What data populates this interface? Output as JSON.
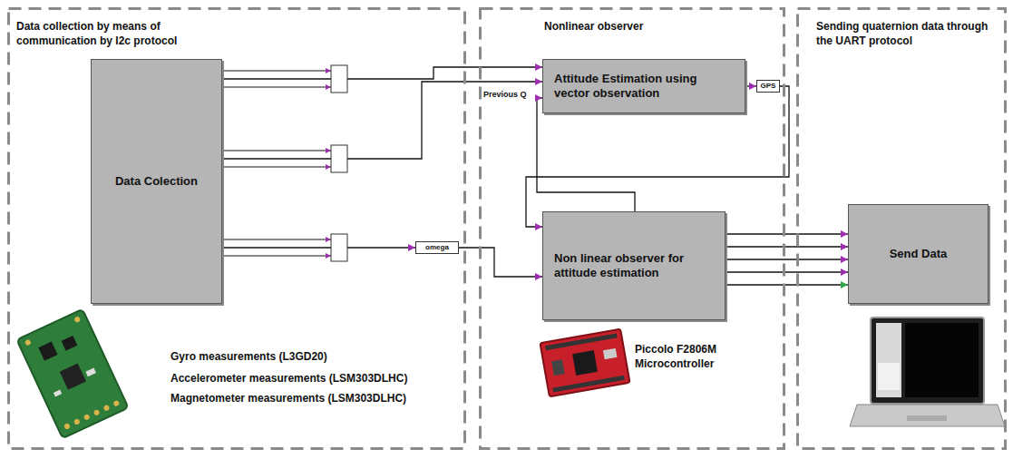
{
  "diagram": {
    "nodes": [
      {
        "text": [
          "Data collection by means of communication by I2c protocol"
        ]
      },
      {
        "text": [
          "Data Colection"
        ],
        "in": 0
      },
      {
        "text": [
          "omega"
        ],
        "in": 0
      },
      {
        "text": [
          "Nonlinear observer"
        ]
      },
      {
        "text": [
          "Attitude Estimation using vector observation"
        ],
        "in": 3
      },
      {
        "text": [
          "GPS"
        ],
        "in": 3
      },
      {
        "text": [
          "Non linear observer for attitude estimation"
        ],
        "in": 3
      },
      {
        "text": [
          "Sending quaternion data through the UART protocol"
        ]
      },
      {
        "text": [
          "Send Data"
        ],
        "in": 7
      }
    ],
    "edges": [
      {
        "from": 1,
        "to": 4,
        "arrow": "to"
      },
      {
        "from": 1,
        "to": 4,
        "arrow": "to"
      },
      {
        "from": 1,
        "to": 2,
        "arrow": "to"
      },
      {
        "from": 2,
        "to": 6,
        "arrow": "to"
      },
      {
        "from": 4,
        "to": 5,
        "arrow": "to"
      },
      {
        "from": 5,
        "to": 6,
        "arrow": "to"
      },
      {
        "from": 6,
        "to": 4,
        "arrow": "to"
      },
      {
        "from": 6,
        "to": 8,
        "arrow": "to"
      },
      {
        "from": 6,
        "to": 8,
        "arrow": "to"
      },
      {
        "from": 6,
        "to": 8,
        "arrow": "to"
      },
      {
        "from": 6,
        "to": 8,
        "arrow": "to"
      },
      {
        "from": 6,
        "to": 8,
        "arrow": "to"
      }
    ],
    "labels": [
      "Previous Q",
      "Gyro measurements (L3GD20)",
      "Accelerometer measurements (LSM303DLHC)",
      "Magnetometer measurements (LSM303DLHC)",
      "Piccolo F2806M Microcontroller"
    ]
  }
}
